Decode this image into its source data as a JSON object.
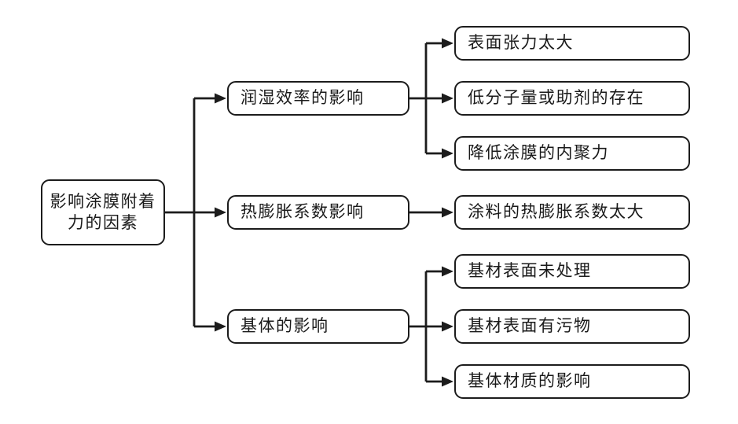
{
  "diagram": {
    "title_hint": "factors affecting coating film adhesion",
    "root": {
      "label": "影响涂膜附着力的因素",
      "lines": [
        "影响涂膜附着",
        "力的因素"
      ]
    },
    "branches": [
      {
        "label": "润湿效率的影响",
        "children": [
          "表面张力太大",
          "低分子量或助剂的存在",
          "降低涂膜的内聚力"
        ]
      },
      {
        "label": "热膨胀系数影响",
        "children": [
          "涂料的热膨胀系数太大"
        ]
      },
      {
        "label": "基体的影响",
        "children": [
          "基材表面未处理",
          "基材表面有污物",
          "基体材质的影响"
        ]
      }
    ],
    "colors": {
      "line": "#1c1c1c",
      "box_border": "#1c1c1c",
      "box_fill": "#ffffff",
      "text": "#1a1a1a",
      "background": "#ffffff"
    }
  }
}
